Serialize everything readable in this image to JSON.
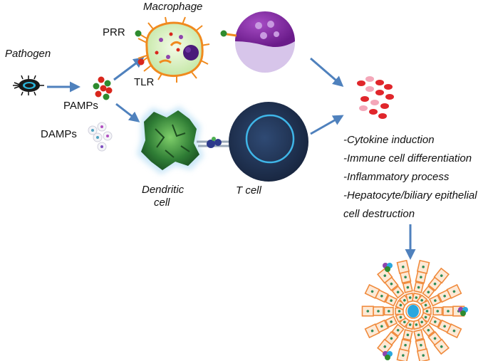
{
  "labels": {
    "macrophage": "Macrophage",
    "prr": "PRR",
    "pathogen": "Pathogen",
    "tlr": "TLR",
    "pamps": "PAMPs",
    "damps": "DAMPs",
    "dendritic_line1": "Dendritic",
    "dendritic_line2": "cell",
    "t_cell": "T cell"
  },
  "outcomes": [
    "-Cytokine induction",
    "-Immune cell differentiation",
    "-Inflammatory process",
    "-Hepatocyte/biliary epithelial",
    "cell destruction"
  ],
  "colors": {
    "arrow": "#4f81bd",
    "pamp_red": "#d9261c",
    "pamp_green": "#2e8b2e",
    "macrophage_body": "#d8f0c0",
    "macrophage_spikes": "#f08a1e",
    "nucleus_purple": "#6a1b9a",
    "dendritic_green": "#3a8a3a",
    "t_cell_body": "#243a5e",
    "t_cell_ring": "#3fb6e8",
    "cytokine_red": "#e0262b",
    "cytokine_pink": "#f4a7b9",
    "hepatocyte_orange": "#f08a3c",
    "liver_core_blue": "#2aa7df"
  }
}
